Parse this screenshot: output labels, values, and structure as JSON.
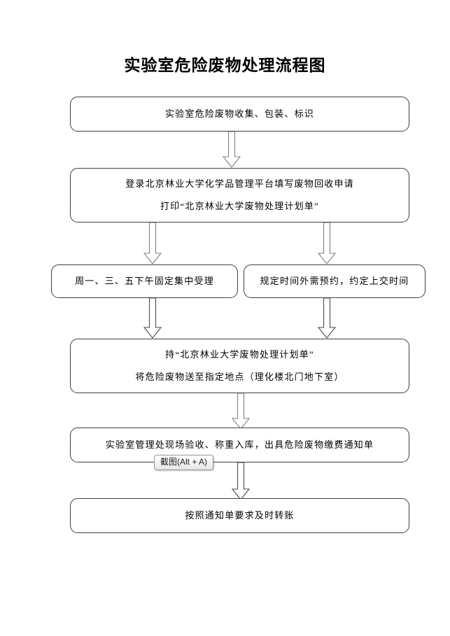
{
  "document": {
    "title": "实验室危险废物处理流程图"
  },
  "flow": {
    "steps": [
      {
        "id": "collect",
        "lines": [
          "实验室危险废物收集、包装、标识"
        ]
      },
      {
        "id": "apply",
        "lines": [
          "登录北京林业大学化学品管理平台填写废物回收申请",
          "打印“北京林业大学废物处理计划单”"
        ]
      },
      {
        "id": "schedule-fixed",
        "lines": [
          "周一、三、五下午固定集中受理"
        ]
      },
      {
        "id": "schedule-appointment",
        "lines": [
          "规定时间外需预约，约定上交时间"
        ]
      },
      {
        "id": "deliver",
        "lines": [
          "持“北京林业大学废物处理计划单”",
          "将危险废物送至指定地点（理化楼北门地下室）"
        ]
      },
      {
        "id": "inspect",
        "lines": [
          "实验室管理处现场验收、称重入库，出具危险废物缴费通知单"
        ]
      },
      {
        "id": "pay",
        "lines": [
          "按照通知单要求及时转账"
        ]
      }
    ],
    "connectors": [
      {
        "id": "collect-to-apply",
        "direction": "down"
      },
      {
        "id": "apply-to-schedule-fixed",
        "direction": "down"
      },
      {
        "id": "apply-to-schedule-appointment",
        "direction": "down"
      },
      {
        "id": "schedule-fixed-to-deliver",
        "direction": "down"
      },
      {
        "id": "schedule-appointment-to-deliver",
        "direction": "down"
      },
      {
        "id": "deliver-to-inspect",
        "direction": "down"
      },
      {
        "id": "inspect-to-pay",
        "direction": "down"
      }
    ]
  },
  "overlay": {
    "tooltip": {
      "label": "截图(Alt + A)"
    }
  },
  "colors": {
    "page_background": "#ffffff",
    "box_border": "#3f3f3f",
    "text": "#000000",
    "arrow_outline": "#808080",
    "arrow_fill": "#ffffff",
    "tooltip_border": "#9a9a9a"
  }
}
